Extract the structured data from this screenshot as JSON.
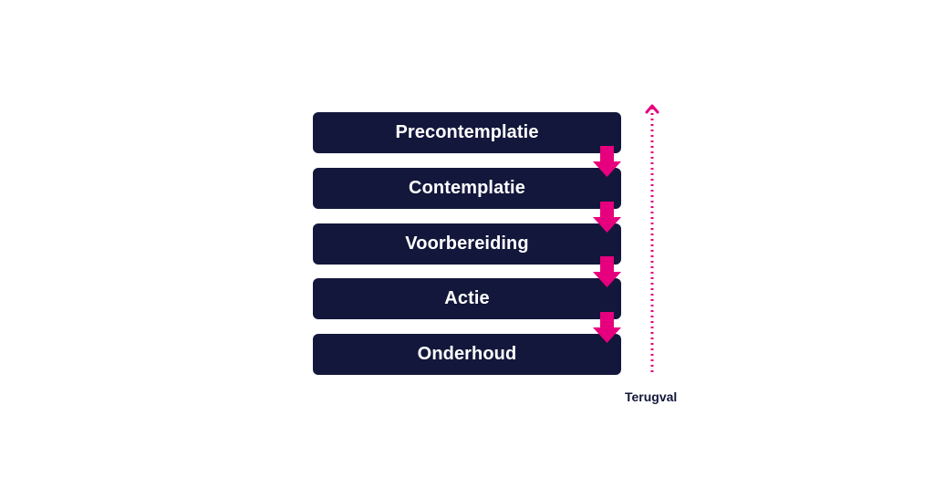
{
  "colors": {
    "box": "#13173b",
    "box_text": "#ffffff",
    "accent": "#e6007e",
    "label": "#13173b"
  },
  "stages": [
    {
      "label": "Precontemplatie"
    },
    {
      "label": "Contemplatie"
    },
    {
      "label": "Voorbereiding"
    },
    {
      "label": "Actie"
    },
    {
      "label": "Onderhoud"
    }
  ],
  "transition_arrow_icon": "arrow-down-icon",
  "relapse": {
    "label": "Terugval",
    "icon": "dotted-arrow-up-icon"
  }
}
